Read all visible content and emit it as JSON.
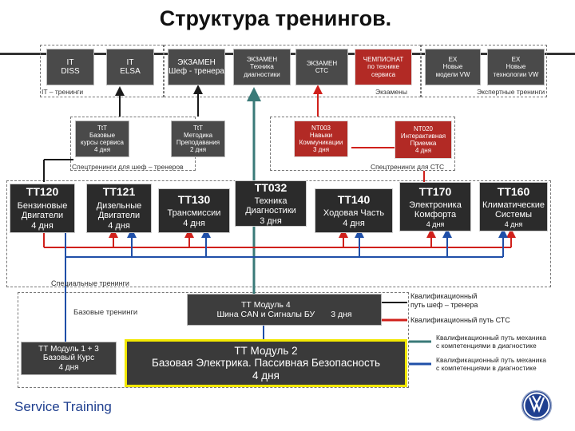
{
  "title": "Структура тренингов.",
  "top_boxes": [
    {
      "text": "IT\nDISS"
    },
    {
      "text": "IT\nELSA"
    },
    {
      "text": "ЭКЗАМЕН\nШеф - тренера"
    },
    {
      "text": "ЭКЗАМЕН\nТехника\nдиагностики"
    },
    {
      "text": "ЭКЗАМЕН\nСТС"
    },
    {
      "text": "ЧЕМПИОНАТ\nпо технике\nсервиса"
    },
    {
      "text": "EX\nНовые\nмодели VW"
    },
    {
      "text": "EX\nНовые\nтехнологии VW"
    }
  ],
  "top_labels": {
    "it": "IT – тренинги",
    "exams": "Экзамены",
    "expert": "Экспертные тренинги"
  },
  "mid_boxes": [
    {
      "text": "TtT\nБазовые\nкурсы сервиса\n4 дня"
    },
    {
      "text": "TtT\nМетодика\nПреподавания\n2 дня"
    },
    {
      "text": "NT003\nНавыки\nКоммуникации\n3 дня"
    },
    {
      "text": "NT020\nИнтерактивная\nПриемка\n4 дня"
    }
  ],
  "mid_labels": {
    "chef": "Спецтренинги для шеф – тренеров",
    "ctc": "Спецтренинги для СТС"
  },
  "tt_boxes": [
    {
      "code": "TT120",
      "desc": "Бензиновые\nДвигатели",
      "days": "4 дня"
    },
    {
      "code": "TT121",
      "desc": "Дизельные\nДвигатели",
      "days": "4 дня"
    },
    {
      "code": "TT130",
      "desc": "Трансмиссии",
      "days": "4 дня"
    },
    {
      "code": "TT032",
      "desc": "Техника\nДиагностики",
      "days": "3 дня"
    },
    {
      "code": "TT140",
      "desc": "Ходовая Часть",
      "days": "4 дня"
    },
    {
      "code": "TT170",
      "desc": "Электроника\nКомфорта",
      "days": "4 дня"
    },
    {
      "code": "TT160",
      "desc": "Климатические\nСистемы",
      "days": "4 дня"
    }
  ],
  "special_label": "Специальные тренинги",
  "base_label": "Базовые тренинги",
  "module1": {
    "text": "ТТ Модуль 1 + 3\nБазовый Курс\n4 дня"
  },
  "module4": {
    "line1": "ТТ Модуль 4",
    "line2": "Шина CAN и Сигналы БУ",
    "days": "3 дня"
  },
  "module2": {
    "text": "ТТ Модуль 2\nБазовая Электрика. Пассивная Безопасность\n4 дня"
  },
  "legend": [
    {
      "text": "Квалификационный\nпуть шеф – тренера",
      "color": "#1a1a1a"
    },
    {
      "text": "Квалификационный путь СТС",
      "color": "#d0201b"
    },
    {
      "text": "Квалификационный путь механика\nс компетенциями в диагностике",
      "color": "#3a7a78"
    },
    {
      "text": "Квалификационный путь механика\nс компетенциями в диагностике",
      "color": "#1f4fa8"
    }
  ],
  "footer": {
    "service": "Service Training",
    "logo": "VW-logo-icon"
  },
  "colors": {
    "red_path": "#d0201b",
    "teal_path": "#3a7a78",
    "blue_path": "#1f4fa8",
    "black_path": "#1a1a1a",
    "module2_border": "#f2e800"
  }
}
